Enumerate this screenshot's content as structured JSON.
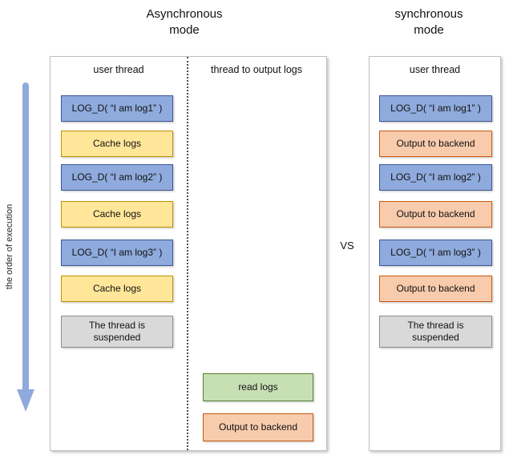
{
  "titles": {
    "async": "Asynchronous\nmode",
    "sync": "synchronous\nmode"
  },
  "vs_label": "VS",
  "execution_arrow": {
    "label": "the order of execution",
    "direction": "down",
    "color": "#8faadc"
  },
  "async_panel": {
    "user_thread_header": "user thread",
    "output_thread_header": "thread to output logs",
    "user_thread_steps": [
      {
        "label": "LOG_D( “I am log1” )",
        "type": "log-call"
      },
      {
        "label": "Cache logs",
        "type": "cache"
      },
      {
        "label": "LOG_D( “I am log2” )",
        "type": "log-call"
      },
      {
        "label": "Cache logs",
        "type": "cache"
      },
      {
        "label": "LOG_D( “I am log3” )",
        "type": "log-call"
      },
      {
        "label": "Cache logs",
        "type": "cache"
      },
      {
        "label": "The thread is\nsuspended",
        "type": "suspended"
      }
    ],
    "output_thread_steps": [
      {
        "label": "read logs",
        "type": "read"
      },
      {
        "label": "Output to backend",
        "type": "output"
      }
    ]
  },
  "sync_panel": {
    "user_thread_header": "user thread",
    "user_thread_steps": [
      {
        "label": "LOG_D( “I am log1” )",
        "type": "log-call"
      },
      {
        "label": "Output to backend",
        "type": "output"
      },
      {
        "label": "LOG_D( “I am log2” )",
        "type": "log-call"
      },
      {
        "label": "Output to backend",
        "type": "output"
      },
      {
        "label": "LOG_D( “I am log3” )",
        "type": "log-call"
      },
      {
        "label": "Output to backend",
        "type": "output"
      },
      {
        "label": "The thread is\nsuspended",
        "type": "suspended"
      }
    ]
  },
  "colors": {
    "log_call_fill": "#8faadc",
    "log_call_border": "#3a5697",
    "cache_fill": "#ffe699",
    "cache_border": "#bf9000",
    "output_fill": "#f8cbad",
    "output_border": "#c55a11",
    "read_fill": "#c6e0b4",
    "read_border": "#548235",
    "suspended_fill": "#d9d9d9",
    "suspended_border": "#8c8c8c",
    "arrow": "#8faadc",
    "panel_border": "#bfbfbf"
  }
}
